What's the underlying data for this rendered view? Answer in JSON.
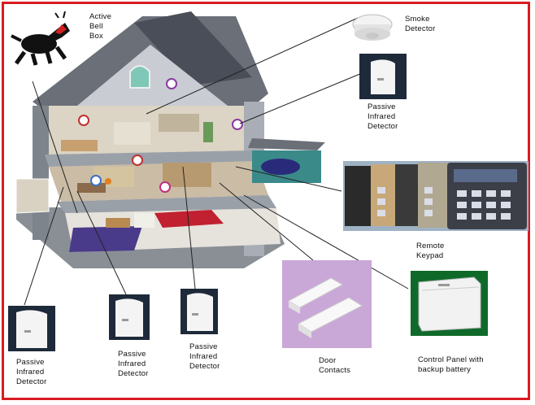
{
  "labels": {
    "bell_box": "Active\nBell\nBox",
    "smoke_detector": "Smoke\nDetector",
    "pir_top_right": "Passive\nInfrared\nDetector",
    "remote_keypad": "Remote\nKeypad",
    "pir_bottom_1": "Passive\nInfrared\nDetector",
    "pir_bottom_2": "Passive\nInfrared\nDetector",
    "pir_bottom_3": "Passive\nInfrared\nDetector",
    "door_contacts": "Door\nContacts",
    "control_panel": "Control Panel with\nbackup battery"
  },
  "colors": {
    "border": "#d81b22",
    "sensor_dark_bg": "#1e2a3a",
    "door_bg": "#c9a8d8",
    "panel_bg": "#0f6a2a",
    "keypad_bg": "#9fb2c4"
  },
  "icons": [
    "dog-logo-icon",
    "smoke-detector-icon",
    "pir-sensor-icon",
    "keypad-icon",
    "door-contact-icon",
    "control-panel-icon"
  ]
}
